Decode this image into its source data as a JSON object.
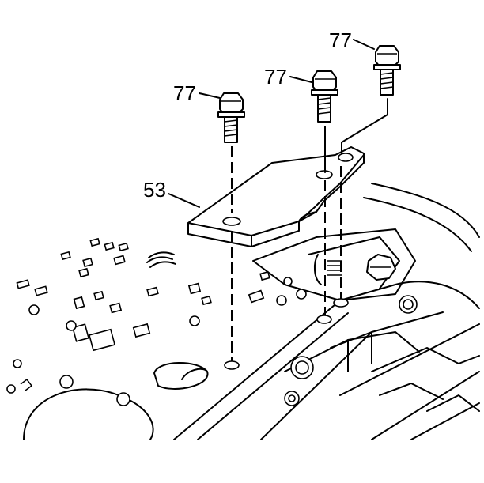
{
  "callouts": {
    "bolt_left": "77",
    "bolt_middle": "77",
    "bolt_right": "77",
    "bracket": "53"
  }
}
